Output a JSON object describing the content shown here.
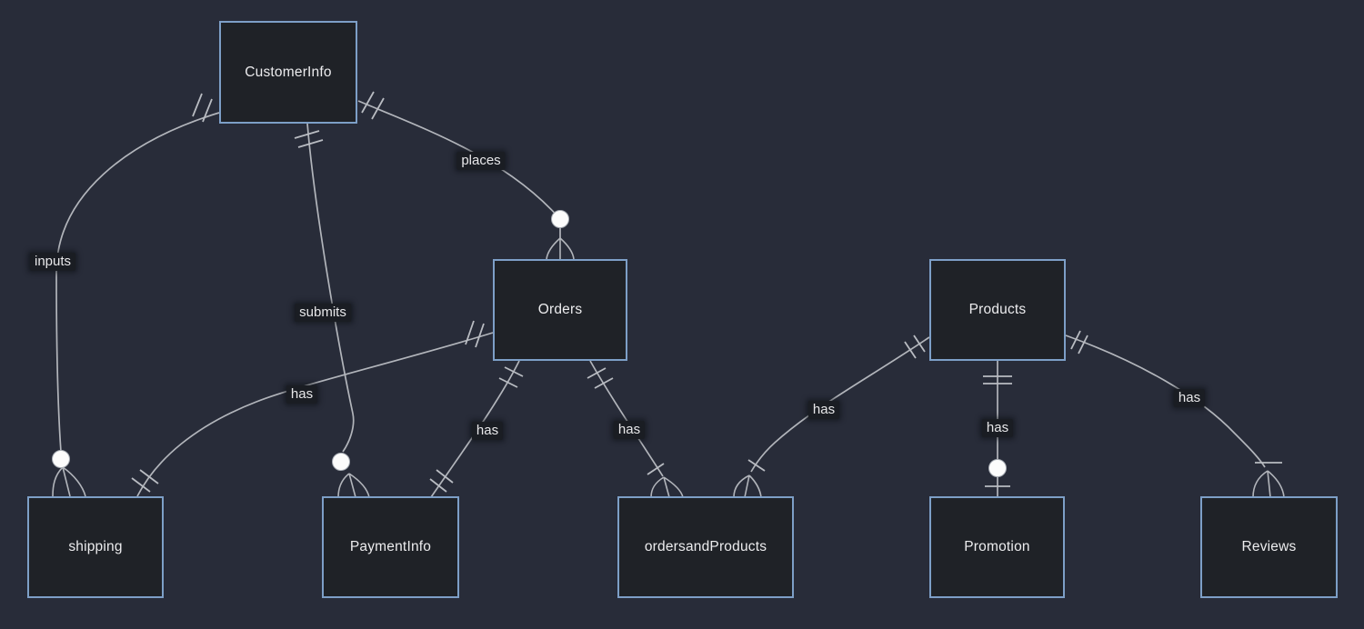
{
  "diagram": {
    "type": "entity-relationship",
    "colors": {
      "background": "#282c39",
      "entity_fill": "#1f2227",
      "entity_border": "#7d9fc7",
      "edge": "#b2b5bb",
      "label_badge_bg": "#1a1d23",
      "text": "#ececee",
      "cardinality_circle": "#fcfcfc"
    }
  },
  "entities": {
    "customer_info": {
      "label": "CustomerInfo"
    },
    "orders": {
      "label": "Orders"
    },
    "products": {
      "label": "Products"
    },
    "shipping": {
      "label": "shipping"
    },
    "payment_info": {
      "label": "PaymentInfo"
    },
    "orders_and_products": {
      "label": "ordersandProducts"
    },
    "promotion": {
      "label": "Promotion"
    },
    "reviews": {
      "label": "Reviews"
    }
  },
  "relationships": [
    {
      "label": "places",
      "from": "CustomerInfo",
      "to": "Orders",
      "from_cardinality": "one",
      "to_cardinality": "zero-or-many"
    },
    {
      "label": "inputs",
      "from": "CustomerInfo",
      "to": "shipping",
      "from_cardinality": "one",
      "to_cardinality": "zero-or-many"
    },
    {
      "label": "submits",
      "from": "CustomerInfo",
      "to": "PaymentInfo",
      "from_cardinality": "one",
      "to_cardinality": "zero-or-many"
    },
    {
      "label": "has",
      "from": "Orders",
      "to": "shipping",
      "from_cardinality": "one",
      "to_cardinality": "one"
    },
    {
      "label": "has",
      "from": "Orders",
      "to": "PaymentInfo",
      "from_cardinality": "one",
      "to_cardinality": "one"
    },
    {
      "label": "has",
      "from": "Orders",
      "to": "ordersandProducts",
      "from_cardinality": "one",
      "to_cardinality": "one-or-many"
    },
    {
      "label": "has",
      "from": "Products",
      "to": "ordersandProducts",
      "from_cardinality": "one",
      "to_cardinality": "one-or-many"
    },
    {
      "label": "has",
      "from": "Products",
      "to": "Promotion",
      "from_cardinality": "one",
      "to_cardinality": "zero-or-one"
    },
    {
      "label": "has",
      "from": "Products",
      "to": "Reviews",
      "from_cardinality": "one",
      "to_cardinality": "one-or-many"
    }
  ]
}
